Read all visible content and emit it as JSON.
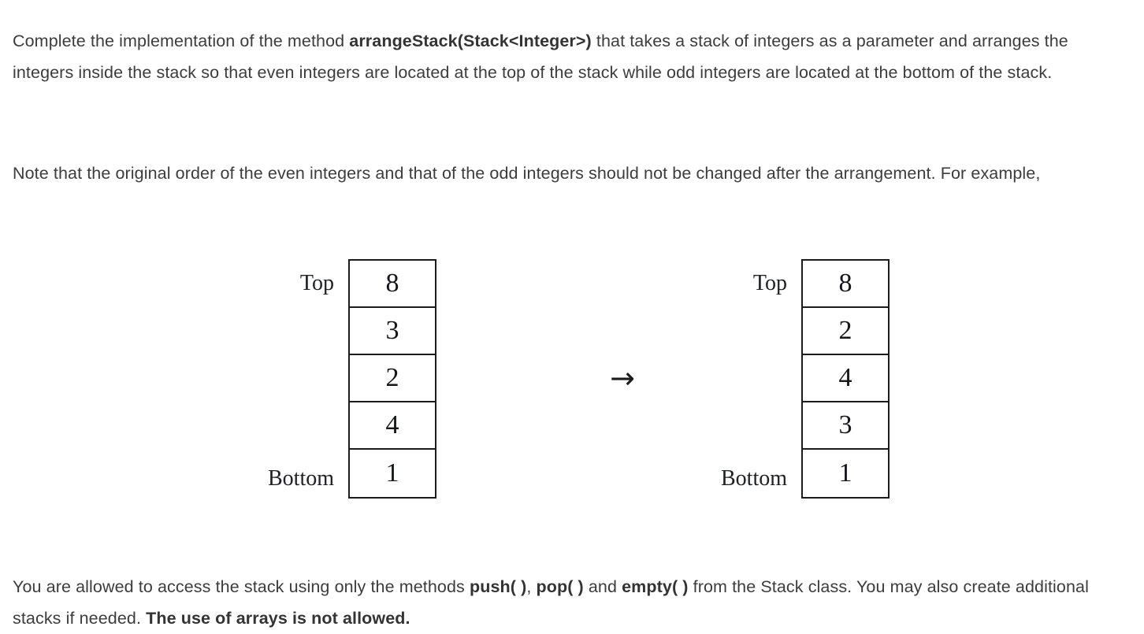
{
  "document": {
    "paragraphs": {
      "intro": {
        "part1": "Complete the implementation of the method ",
        "method_signature": "arrangeStack(Stack<Integer>)",
        "part2": " that takes a stack of integers as a parameter and arranges the integers inside the stack so that even integers are located at the top of the stack while odd integers are located at the bottom of the stack."
      },
      "note": {
        "text": "Note that the original order of the even integers and that of the odd integers should not be changed after the arrangement. For example,"
      },
      "rules": {
        "part1": "You are allowed to access the stack using only the methods ",
        "method_push": "push( )",
        "sep1": ", ",
        "method_pop": "pop( )",
        "sep2": " and ",
        "method_empty": "empty( )",
        "part2": " from the Stack class. You may also create additional stacks if needed. ",
        "emphasis": "The use of arrays is not allowed."
      }
    },
    "diagram": {
      "arrow": "→",
      "arrow_name": "right-arrow-icon",
      "input_stack": {
        "label_top": "Top",
        "label_bottom": "Bottom",
        "cells": [
          "8",
          "3",
          "2",
          "4",
          "1"
        ]
      },
      "output_stack": {
        "label_top": "Top",
        "label_bottom": "Bottom",
        "cells": [
          "8",
          "2",
          "4",
          "3",
          "1"
        ]
      }
    },
    "colors": {
      "text": "#3c3c3c",
      "diagram_stroke": "#1c1c1c",
      "background": "#ffffff"
    }
  }
}
